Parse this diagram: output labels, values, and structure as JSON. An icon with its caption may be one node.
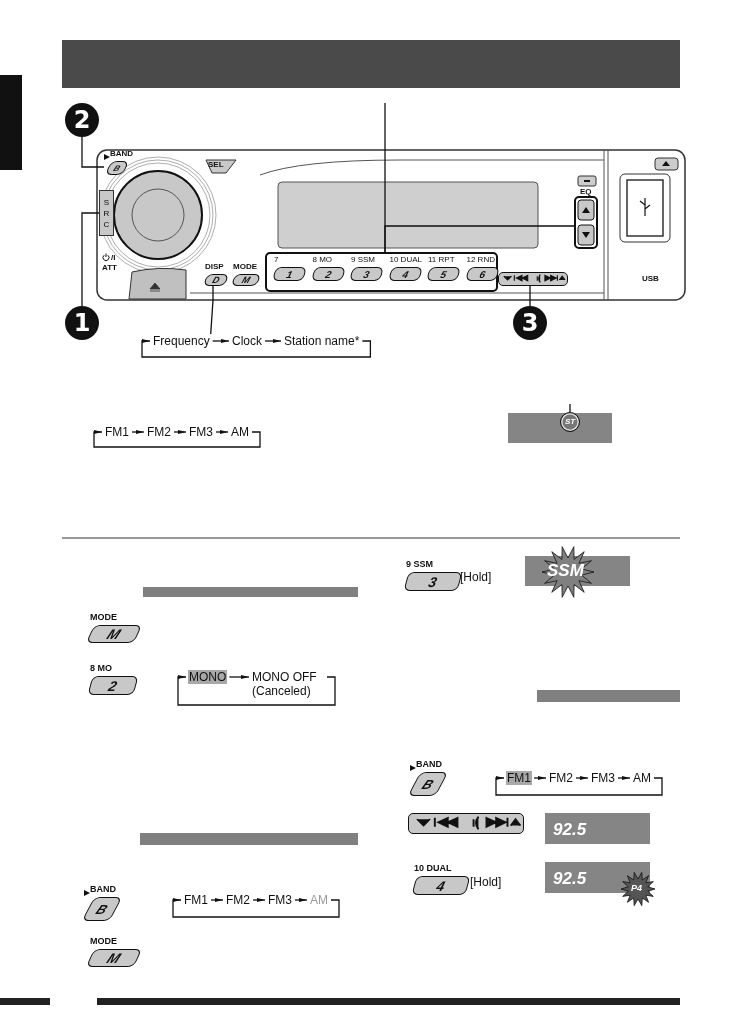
{
  "diagram": {
    "nodes": [
      {
        "text": [
          "2"
        ]
      },
      {
        "text": [
          "BAND",
          "B"
        ]
      },
      {
        "text": [
          "1"
        ]
      },
      {
        "text": [
          "S R C"
        ]
      },
      {
        "text": [
          "3"
        ]
      },
      {
        "text": [],
        "shape": "box"
      },
      {
        "text": [
          "DISP",
          "D"
        ]
      },
      {
        "text": [
          "MODE",
          "M"
        ]
      },
      {
        "text": [],
        "shape": "box"
      },
      {
        "text": [
          "7",
          "1"
        ],
        "in": 8
      },
      {
        "text": [
          "8 MO",
          "2"
        ],
        "in": 8
      },
      {
        "text": [
          "9 SSM",
          "3"
        ],
        "in": 8
      },
      {
        "text": [
          "10 DUAL",
          "4"
        ],
        "in": 8
      },
      {
        "text": [
          "11 RPT",
          "5"
        ],
        "in": 8
      },
      {
        "text": [
          "12 RND",
          "6"
        ],
        "in": 8
      },
      {
        "text": [],
        "shape": "box",
        "beside": [
          "EQ"
        ]
      },
      {
        "text": [
          "Frequency"
        ]
      },
      {
        "text": [
          "Clock"
        ]
      },
      {
        "text": [
          "Station name*"
        ]
      },
      {
        "text": [
          "FM1"
        ]
      },
      {
        "text": [
          "FM2"
        ]
      },
      {
        "text": [
          "FM3"
        ]
      },
      {
        "text": [
          "AM"
        ]
      },
      {
        "text": [
          "ST"
        ]
      },
      {
        "text": [
          "MODE",
          "M"
        ]
      },
      {
        "text": [
          "8 MO",
          "2"
        ]
      },
      {
        "text": [
          "MONO"
        ]
      },
      {
        "text": [
          "MONO OFF (Canceled)"
        ]
      },
      {
        "text": [
          "BAND",
          "B"
        ]
      },
      {
        "text": [
          "FM1"
        ]
      },
      {
        "text": [
          "FM2"
        ]
      },
      {
        "text": [
          "FM3"
        ]
      },
      {
        "text": [
          "AM"
        ]
      },
      {
        "text": [
          "MODE",
          "M"
        ]
      },
      {
        "text": [
          "9 SSM",
          "3"
        ],
        "beside": [
          "[Hold]"
        ]
      },
      {
        "text": [
          "BAND",
          "B"
        ]
      },
      {
        "text": [
          "FM1"
        ]
      },
      {
        "text": [
          "FM2"
        ]
      },
      {
        "text": [
          "FM3"
        ]
      },
      {
        "text": [
          "AM"
        ]
      },
      {
        "text": [],
        "shape": "box"
      },
      {
        "text": [
          "10 DUAL",
          "4"
        ],
        "beside": [
          "[Hold]"
        ]
      },
      {
        "text": [],
        "shape": "bar"
      },
      {
        "text": [],
        "shape": "bar"
      }
    ],
    "edges": [
      {
        "from": 0,
        "to": 1,
        "arrow": "none"
      },
      {
        "from": 2,
        "to": 3,
        "arrow": "none"
      },
      {
        "from": 4,
        "to": 5,
        "arrow": "none"
      },
      {
        "from": 6,
        "to": 16,
        "arrow": "none"
      },
      {
        "from": null,
        "to": 8,
        "arrow": "none"
      },
      {
        "from": 15,
        "to": 8,
        "arrow": "none"
      },
      {
        "from": 16,
        "to": 17,
        "arrow": "to"
      },
      {
        "from": 17,
        "to": 18,
        "arrow": "to"
      },
      {
        "from": 18,
        "to": 16,
        "arrow": "to"
      },
      {
        "from": 19,
        "to": 20,
        "arrow": "to"
      },
      {
        "from": 20,
        "to": 21,
        "arrow": "to"
      },
      {
        "from": 21,
        "to": 22,
        "arrow": "to"
      },
      {
        "from": 22,
        "to": 19,
        "arrow": "to"
      },
      {
        "from": null,
        "to": 23,
        "arrow": "none"
      },
      {
        "from": 26,
        "to": 27,
        "arrow": "to"
      },
      {
        "from": 27,
        "to": 26,
        "arrow": "to"
      },
      {
        "from": 29,
        "to": 30,
        "arrow": "to"
      },
      {
        "from": 30,
        "to": 31,
        "arrow": "to"
      },
      {
        "from": 31,
        "to": 32,
        "arrow": "to"
      },
      {
        "from": 32,
        "to": 29,
        "arrow": "to"
      },
      {
        "from": 36,
        "to": 37,
        "arrow": "to"
      },
      {
        "from": 37,
        "to": 38,
        "arrow": "to"
      },
      {
        "from": 38,
        "to": 39,
        "arrow": "to"
      },
      {
        "from": 39,
        "to": 36,
        "arrow": "to"
      }
    ],
    "labels": [
      "SEL",
      "/I",
      "ATT",
      "USB",
      "SSM",
      "92.5",
      "92.5",
      "P4"
    ]
  }
}
